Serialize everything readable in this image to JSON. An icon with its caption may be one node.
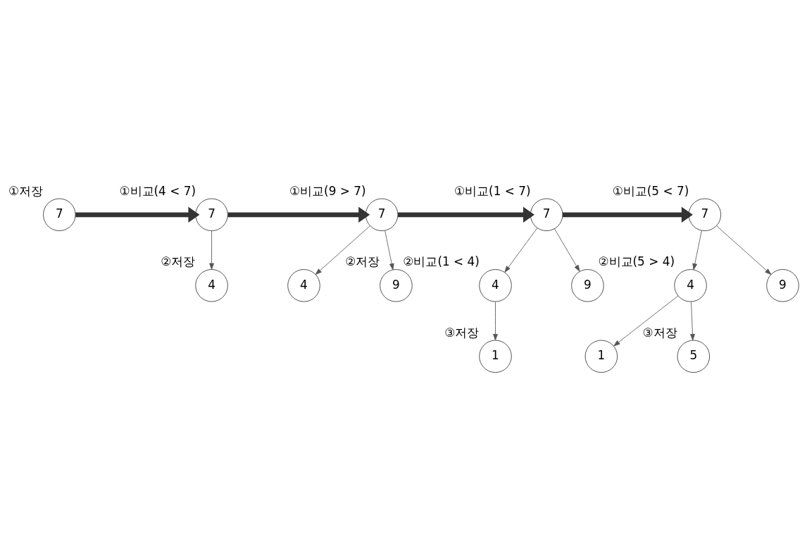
{
  "diagram": {
    "nodes": [
      {
        "text": [
          "7"
        ],
        "beside": [
          "①저장"
        ]
      },
      {
        "text": [
          "7"
        ],
        "beside": [
          "①비교(4 < 7)"
        ]
      },
      {
        "text": [
          "4"
        ],
        "beside": [
          "②저장"
        ]
      },
      {
        "text": [
          "7"
        ],
        "beside": [
          "①비교(9 > 7)"
        ]
      },
      {
        "text": [
          "4"
        ]
      },
      {
        "text": [
          "9"
        ],
        "beside": [
          "②저장"
        ]
      },
      {
        "text": [
          "7"
        ],
        "beside": [
          "①비교(1 < 7)"
        ]
      },
      {
        "text": [
          "4"
        ],
        "beside": [
          "②비교(1 < 4)"
        ]
      },
      {
        "text": [
          "9"
        ]
      },
      {
        "text": [
          "1"
        ],
        "beside": [
          "③저장"
        ]
      },
      {
        "text": [
          "7"
        ],
        "beside": [
          "①비교(5 < 7)"
        ]
      },
      {
        "text": [
          "4"
        ],
        "beside": [
          "②비교(5 > 4)"
        ]
      },
      {
        "text": [
          "9"
        ]
      },
      {
        "text": [
          "1"
        ]
      },
      {
        "text": [
          "5"
        ],
        "beside": [
          "③저장"
        ]
      }
    ],
    "edges": [
      {
        "from": 0,
        "to": 1,
        "arrow": "to",
        "style": "thick"
      },
      {
        "from": 1,
        "to": 2,
        "arrow": "to"
      },
      {
        "from": 1,
        "to": 3,
        "arrow": "to",
        "style": "thick"
      },
      {
        "from": 3,
        "to": 4,
        "arrow": "to"
      },
      {
        "from": 3,
        "to": 5,
        "arrow": "to"
      },
      {
        "from": 3,
        "to": 6,
        "arrow": "to",
        "style": "thick"
      },
      {
        "from": 6,
        "to": 7,
        "arrow": "to"
      },
      {
        "from": 6,
        "to": 8,
        "arrow": "to"
      },
      {
        "from": 7,
        "to": 9,
        "arrow": "to"
      },
      {
        "from": 6,
        "to": 10,
        "arrow": "to",
        "style": "thick"
      },
      {
        "from": 10,
        "to": 11,
        "arrow": "to"
      },
      {
        "from": 10,
        "to": 12,
        "arrow": "to"
      },
      {
        "from": 11,
        "to": 13,
        "arrow": "to"
      },
      {
        "from": 11,
        "to": 14,
        "arrow": "to"
      }
    ]
  }
}
